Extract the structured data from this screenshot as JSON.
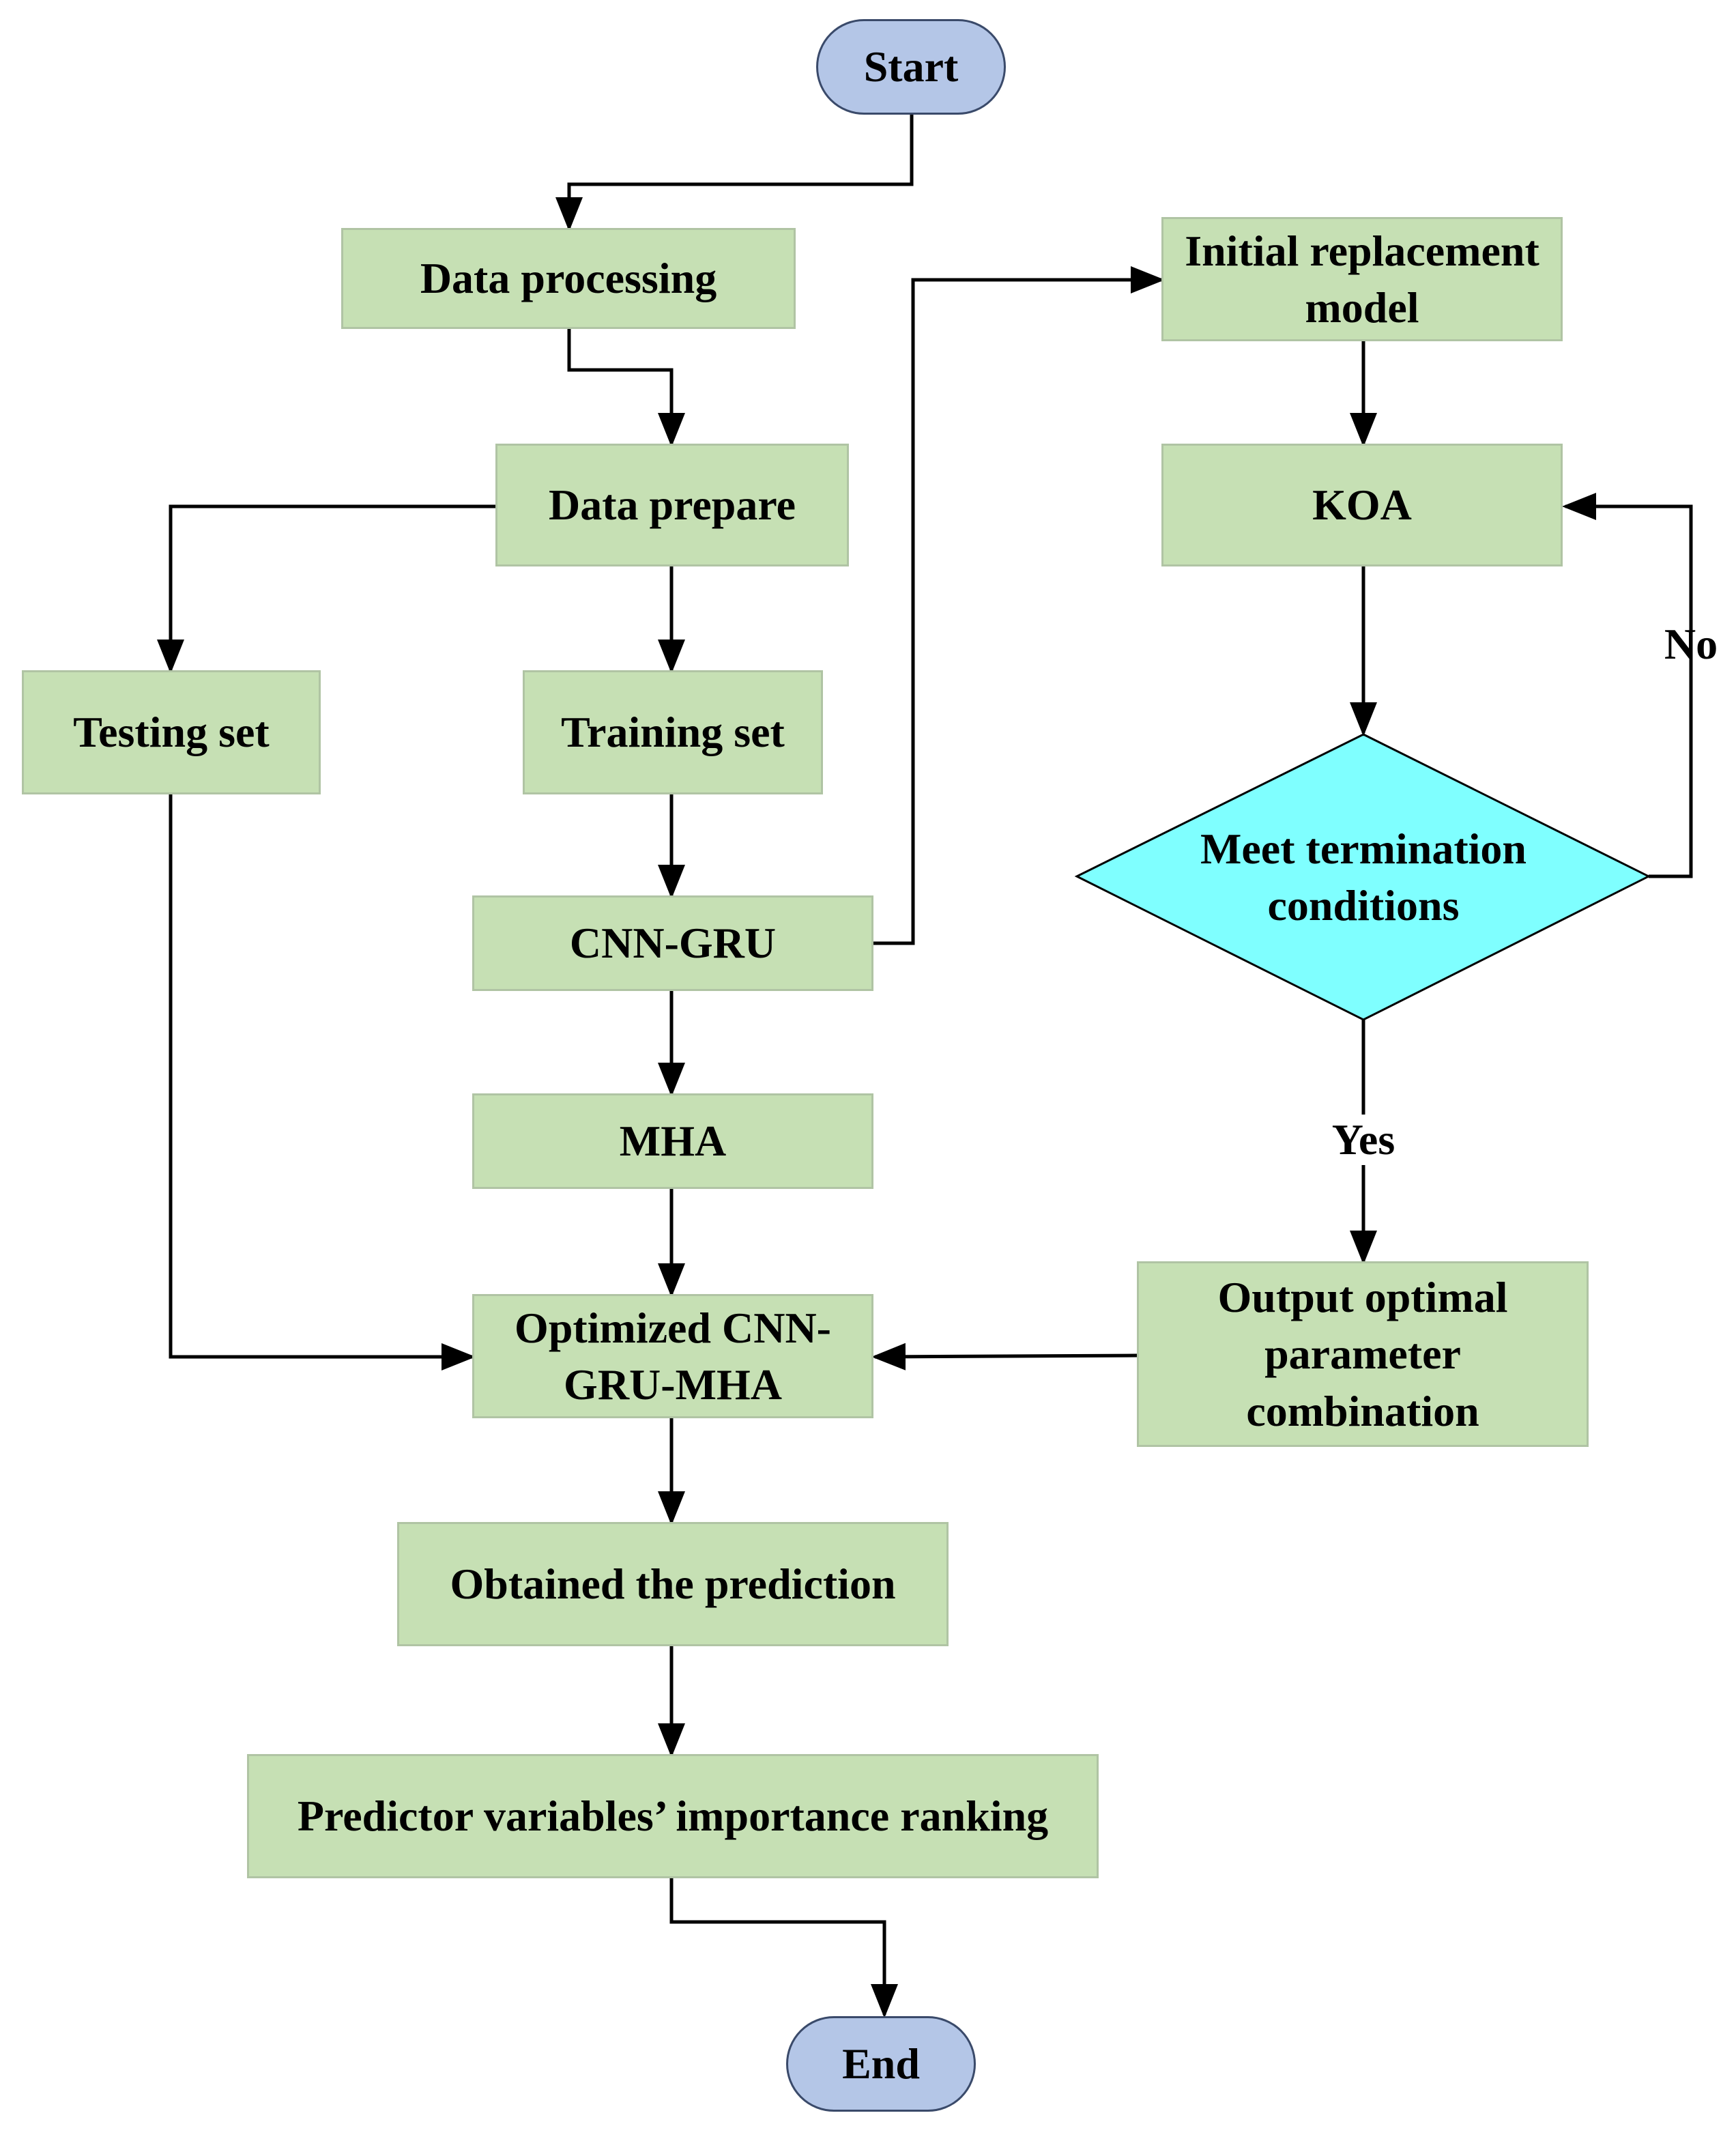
{
  "diagram": {
    "colors": {
      "process_fill": "#c6e0b4",
      "terminal_fill": "#b4c6e7",
      "decision_fill": "#7fffff",
      "line": "#000000"
    },
    "nodes": {
      "start": "Start",
      "data_processing": "Data processing",
      "data_prepare": "Data prepare",
      "testing_set": "Testing set",
      "training_set": "Training set",
      "cnn_gru": "CNN-GRU",
      "mha": "MHA",
      "optimized": "Optimized CNN-\nGRU-MHA",
      "obtained_prediction": "Obtained the prediction",
      "importance_ranking": "Predictor variables’ importance ranking",
      "end": "End",
      "initial_model": "Initial replacement\nmodel",
      "koa": "KOA",
      "termination": "Meet termination\nconditions",
      "output_params": "Output optimal\nparameter\ncombination"
    },
    "edge_labels": {
      "no": "No",
      "yes": "Yes"
    }
  }
}
